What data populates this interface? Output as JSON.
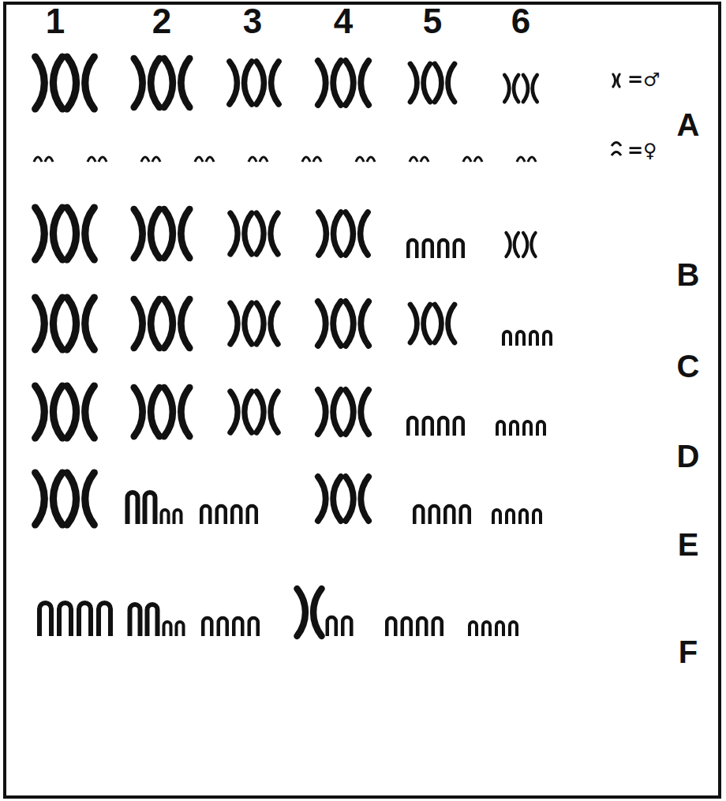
{
  "diagram": {
    "labels": [
      "1",
      "2",
      "3",
      "4",
      "5",
      "6",
      "A",
      "B",
      "C",
      "D",
      "E",
      "F"
    ],
    "legend": [
      {
        "text": "=♂"
      },
      {
        "text": "=♀"
      }
    ]
  }
}
